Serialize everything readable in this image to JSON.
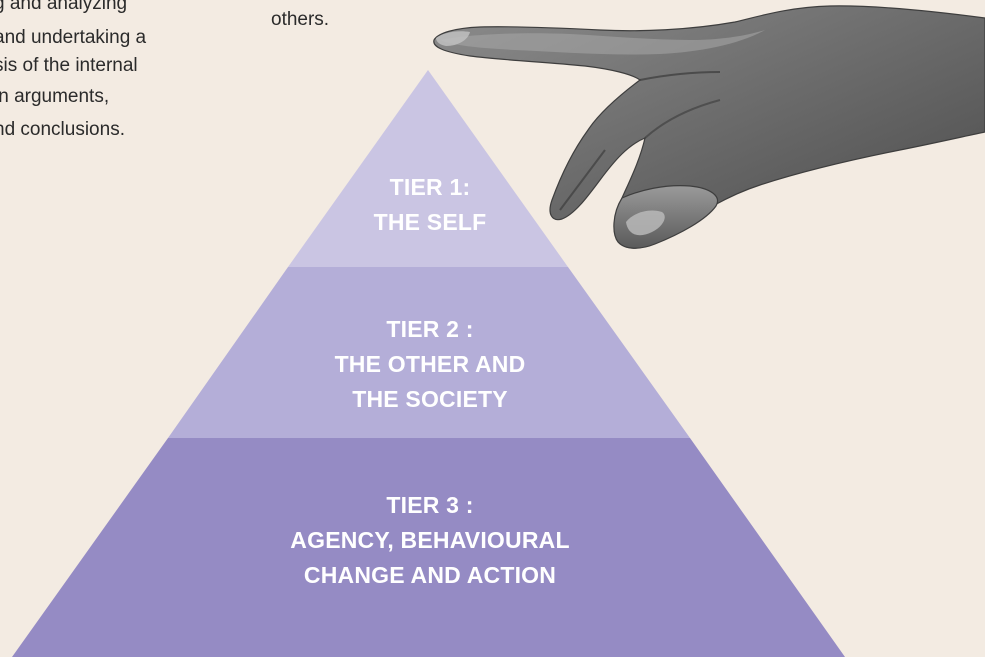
{
  "left_paragraph": {
    "lines": [
      "g and analyzing",
      "and undertaking a",
      "sis of the internal",
      "in arguments,",
      "nd conclusions."
    ]
  },
  "top_paragraph": {
    "line": "others."
  },
  "pyramid": {
    "tiers": [
      {
        "title": "TIER 1:",
        "lines": [
          "THE SELF"
        ],
        "color": "#cac5e3"
      },
      {
        "title": "TIER 2 :",
        "lines": [
          "THE OTHER AND",
          "THE SOCIETY"
        ],
        "color": "#b4aed8"
      },
      {
        "title": "TIER 3 :",
        "lines": [
          "AGENCY, BEHAVIOURAL",
          "CHANGE AND ACTION"
        ],
        "color": "#958bc4"
      }
    ]
  },
  "colors": {
    "background": "#f3ebe2",
    "label_text": "#ffffff",
    "body_text": "#2b2b2b"
  },
  "decorations": {
    "hand_image": "pointing-hand-icon"
  }
}
